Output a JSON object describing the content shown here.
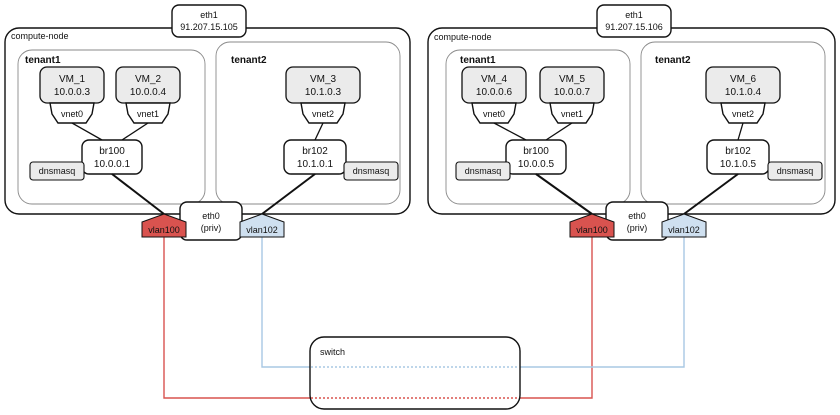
{
  "colors": {
    "vlan100": "#d9534f",
    "vlan102": "#cfe0f0",
    "vm_fill": "#ebebeb"
  },
  "switch": {
    "label": "switch"
  },
  "nodes": [
    {
      "eth1": {
        "name": "eth1",
        "ip": "91.207.15.105"
      },
      "label": "compute-node",
      "tenant1": {
        "label": "tenant1",
        "vm_a": {
          "name": "VM_1",
          "ip": "10.0.0.3"
        },
        "vm_b": {
          "name": "VM_2",
          "ip": "10.0.0.4"
        },
        "vnet_a": "vnet0",
        "vnet_b": "vnet1",
        "bridge": {
          "name": "br100",
          "ip": "10.0.0.1"
        },
        "dnsmasq": "dnsmasq"
      },
      "tenant2": {
        "label": "tenant2",
        "vm": {
          "name": "VM_3",
          "ip": "10.1.0.3"
        },
        "vnet": "vnet2",
        "bridge": {
          "name": "br102",
          "ip": "10.1.0.1"
        },
        "dnsmasq": "dnsmasq"
      },
      "eth0": {
        "name": "eth0",
        "sub": "(priv)"
      },
      "vlan_a": "vlan100",
      "vlan_b": "vlan102"
    },
    {
      "eth1": {
        "name": "eth1",
        "ip": "91.207.15.106"
      },
      "label": "compute-node",
      "tenant1": {
        "label": "tenant1",
        "vm_a": {
          "name": "VM_4",
          "ip": "10.0.0.6"
        },
        "vm_b": {
          "name": "VM_5",
          "ip": "10.0.0.7"
        },
        "vnet_a": "vnet0",
        "vnet_b": "vnet1",
        "bridge": {
          "name": "br100",
          "ip": "10.0.0.5"
        },
        "dnsmasq": "dnsmasq"
      },
      "tenant2": {
        "label": "tenant2",
        "vm": {
          "name": "VM_6",
          "ip": "10.1.0.4"
        },
        "vnet": "vnet2",
        "bridge": {
          "name": "br102",
          "ip": "10.1.0.5"
        },
        "dnsmasq": "dnsmasq"
      },
      "eth0": {
        "name": "eth0",
        "sub": "(priv)"
      },
      "vlan_a": "vlan100",
      "vlan_b": "vlan102"
    }
  ]
}
